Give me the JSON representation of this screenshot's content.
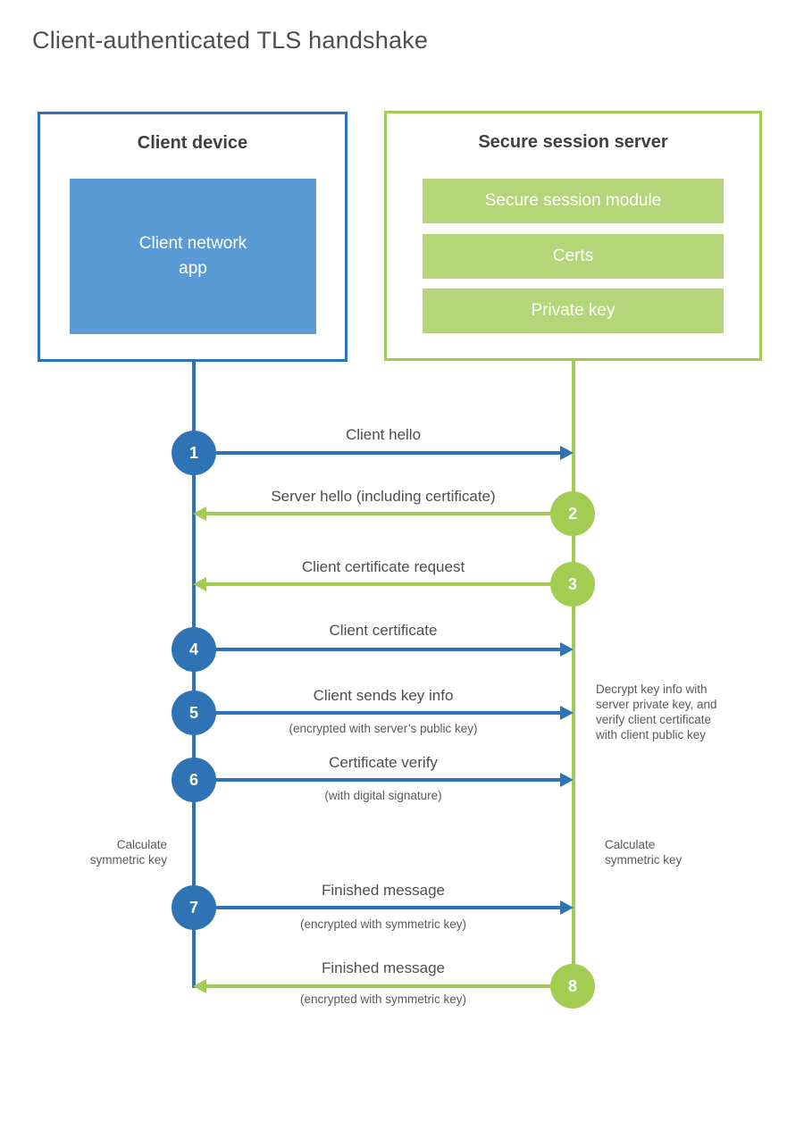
{
  "title": "Client-authenticated TLS handshake",
  "client": {
    "heading": "Client device",
    "app_label": "Client network\napp"
  },
  "server": {
    "heading": "Secure session server",
    "modules": [
      "Secure session module",
      "Certs",
      "Private key"
    ]
  },
  "steps": [
    {
      "number": "1",
      "label": "Client hello",
      "direction": "client-to-server"
    },
    {
      "number": "2",
      "label": "Server hello (including certificate)",
      "direction": "server-to-client"
    },
    {
      "number": "3",
      "label": "Client certificate request",
      "direction": "server-to-client"
    },
    {
      "number": "4",
      "label": "Client certificate",
      "direction": "client-to-server"
    },
    {
      "number": "5",
      "label": "Client sends key info",
      "sublabel": "(encrypted with server’s public key)",
      "direction": "client-to-server"
    },
    {
      "number": "6",
      "label": "Certificate verify",
      "sublabel": "(with digital signature)",
      "direction": "client-to-server"
    },
    {
      "number": "7",
      "label": "Finished message",
      "sublabel": "(encrypted with symmetric key)",
      "direction": "client-to-server"
    },
    {
      "number": "8",
      "label": "Finished message",
      "sublabel": "(encrypted with symmetric key)",
      "direction": "server-to-client"
    }
  ],
  "annotations": {
    "decrypt_note": "Decrypt key info with\nserver private key, and\nverify client certificate\nwith client public key",
    "calc_left": "Calculate\nsymmetric key",
    "calc_right": "Calculate\nsymmetric key"
  },
  "colors": {
    "blue": "#2E74B5",
    "light_blue": "#5B9BD5",
    "green": "#A3CD52",
    "light_green": "#B4D678"
  }
}
